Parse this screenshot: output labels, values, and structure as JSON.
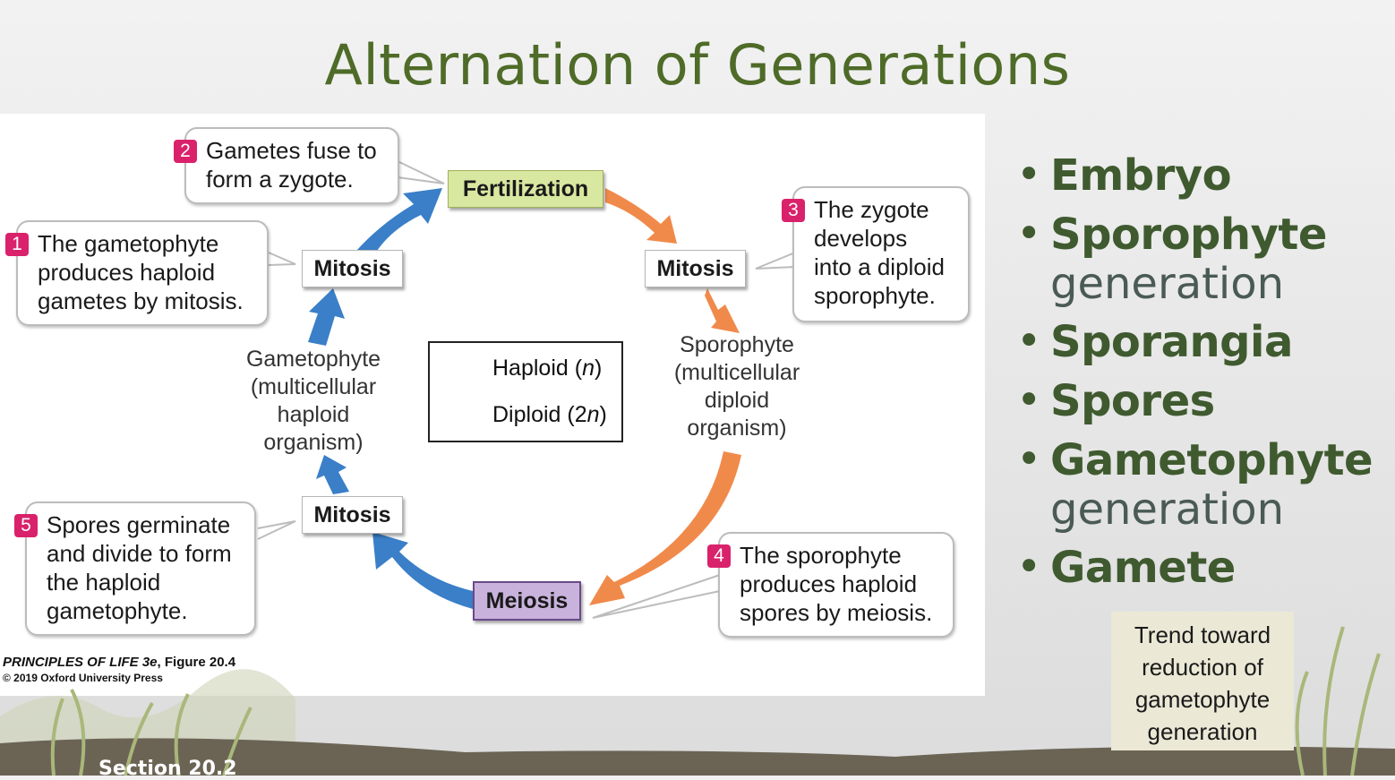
{
  "slide": {
    "title": "Alternation of Generations",
    "section": "Section 20.2"
  },
  "diagram": {
    "steps": [
      {
        "number": "1",
        "text_lines": [
          "The gametophyte",
          "produces haploid",
          "gametes by mitosis."
        ]
      },
      {
        "number": "2",
        "text_lines": [
          "Gametes fuse to",
          "form a zygote."
        ]
      },
      {
        "number": "3",
        "text_lines": [
          "The zygote",
          "develops",
          "into a diploid",
          "sporophyte."
        ]
      },
      {
        "number": "4",
        "text_lines": [
          "The sporophyte",
          "produces haploid",
          "spores by meiosis."
        ]
      },
      {
        "number": "5",
        "text_lines": [
          "Spores germinate",
          "and divide to form",
          "the haploid",
          "gametophyte."
        ]
      }
    ],
    "processes": {
      "fertilization": "Fertilization",
      "mitosis": "Mitosis",
      "meiosis": "Meiosis"
    },
    "organisms": {
      "gametophyte": [
        "Gametophyte",
        "(multicellular",
        "haploid",
        "organism)"
      ],
      "sporophyte": [
        "Sporophyte",
        "(multicellular",
        "diploid",
        "organism)"
      ]
    },
    "legend": {
      "haploid": {
        "word": "Haploid (",
        "symbol": "n",
        "close": ")"
      },
      "diploid": {
        "word": "Diploid (2",
        "symbol": "n",
        "close": ")"
      }
    },
    "colors": {
      "haploid_arrow": "#3a7fc8",
      "diploid_arrow": "#f08a4b",
      "fertilization_box": "#d9e8a0",
      "meiosis_box": "#c9b3dc",
      "step_badge": "#d9226b",
      "title": "#4e6b28",
      "bullet_text": "#3f5a2f"
    },
    "credit": {
      "book": "PRINCIPLES OF LIFE 3e",
      "figure": ", Figure 20.4",
      "copyright": "© 2019 Oxford University Press"
    }
  },
  "bullets": [
    {
      "term": "Embryo",
      "sub": ""
    },
    {
      "term": "Sporophyte",
      "sub": "generation"
    },
    {
      "term": "Sporangia",
      "sub": ""
    },
    {
      "term": "Spores",
      "sub": ""
    },
    {
      "term": "Gametophyte",
      "sub": "generation"
    },
    {
      "term": "Gamete",
      "sub": ""
    }
  ],
  "bullet_glyph": "•",
  "trend_note": [
    "Trend toward",
    "reduction of",
    "gametophyte",
    "generation"
  ]
}
